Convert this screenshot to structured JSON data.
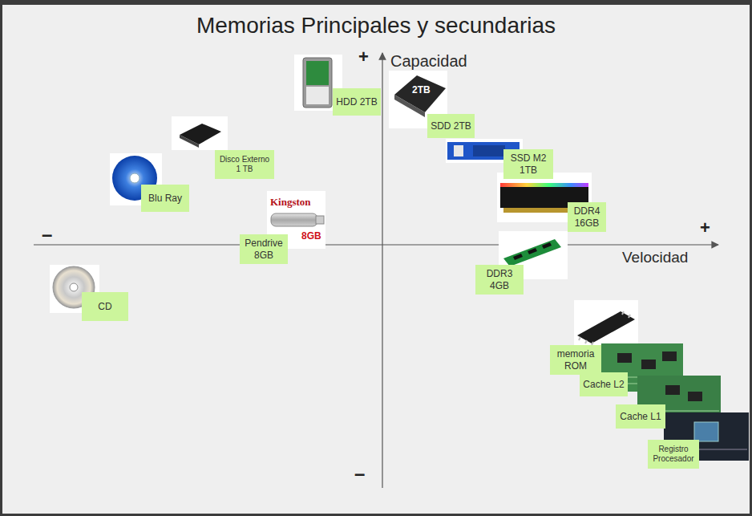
{
  "diagram": {
    "title": "Memorias Principales y secundarias",
    "nodes": [
      {
        "text": [
          "HDD 2TB"
        ]
      },
      {
        "text": [
          "SDD 2TB"
        ]
      },
      {
        "text": [
          "SSD M2 1TB"
        ]
      },
      {
        "text": [
          "Disco Externo 1 TB"
        ]
      },
      {
        "text": [
          "Blu Ray"
        ]
      },
      {
        "text": [
          "DDR4 16GB"
        ]
      },
      {
        "text": [
          "Pendrive 8GB"
        ]
      },
      {
        "text": [
          "DDR3 4GB"
        ]
      },
      {
        "text": [
          "CD"
        ]
      },
      {
        "text": [
          "memoria ROM"
        ]
      },
      {
        "text": [
          "Cache L2"
        ]
      },
      {
        "text": [
          "Cache L1"
        ]
      },
      {
        "text": [
          "Registro Procesador"
        ]
      }
    ],
    "labels": [
      "+",
      "Capacidad",
      "–",
      "+",
      "Velocidad",
      "–",
      "Kingston",
      "8GB",
      "2TB"
    ]
  }
}
